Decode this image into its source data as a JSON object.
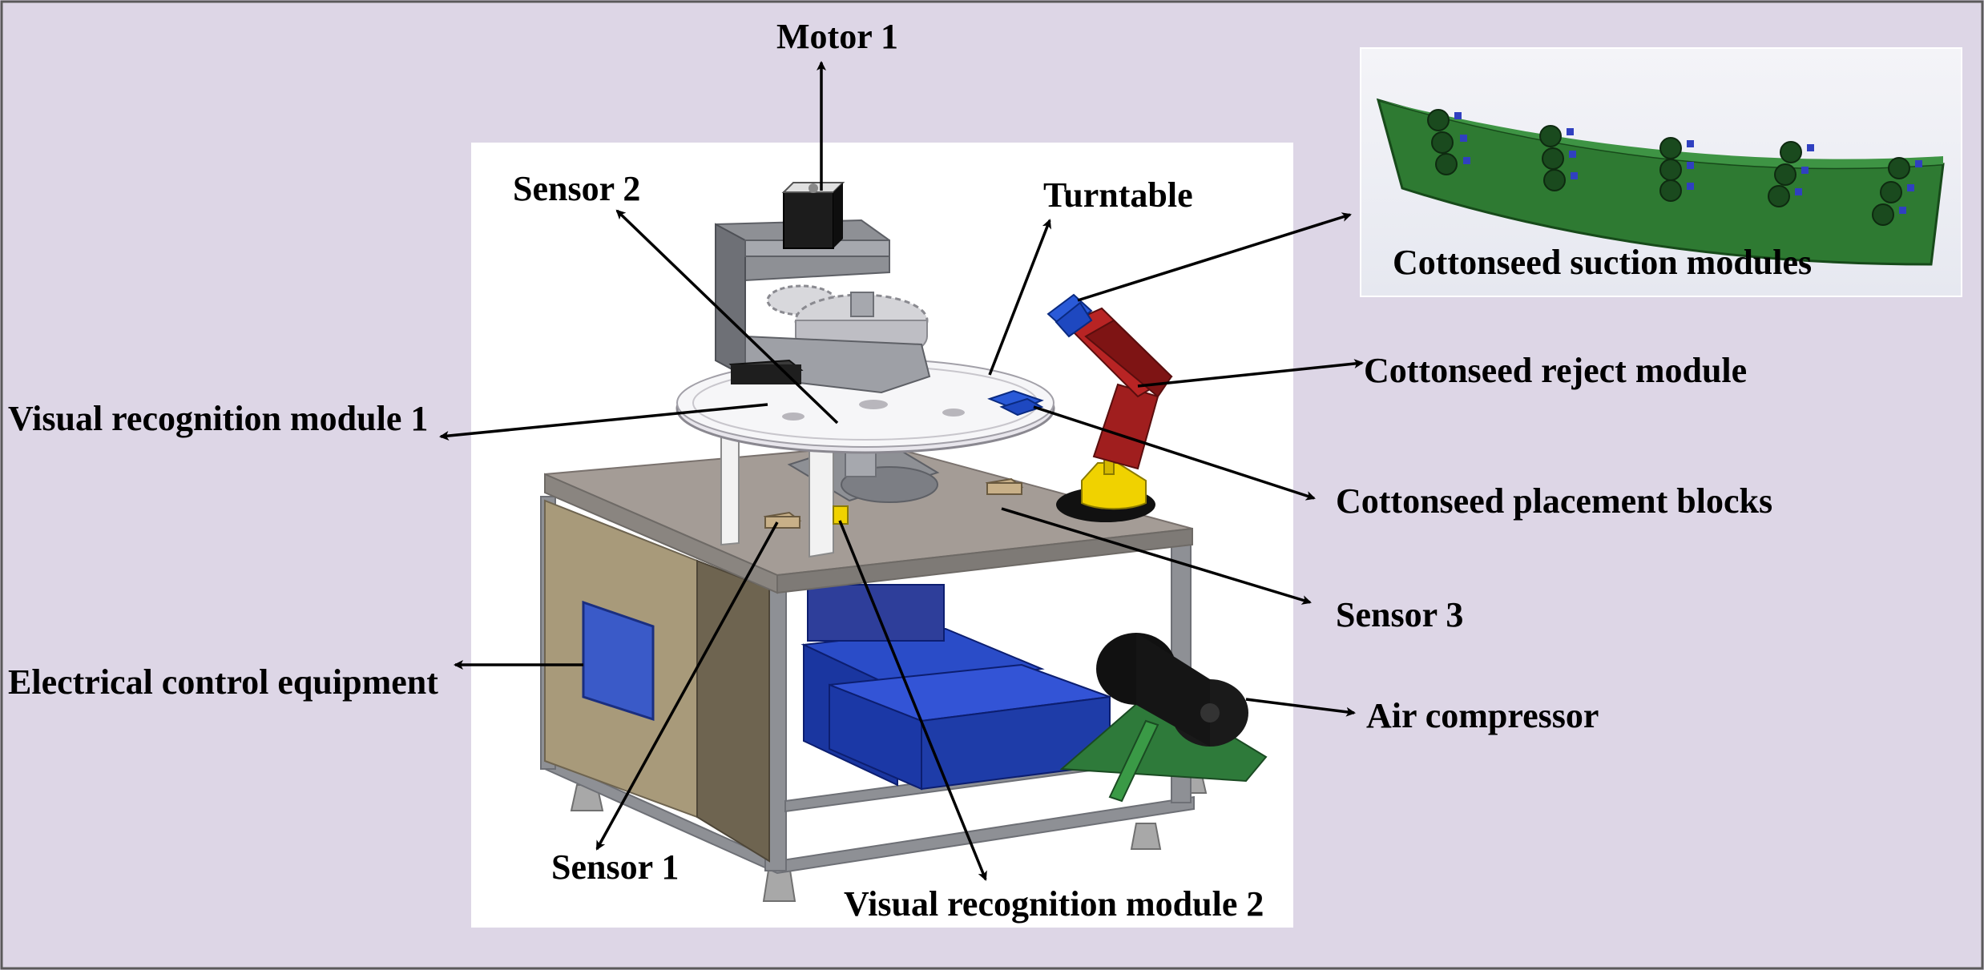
{
  "colors": {
    "background": "#DDD6E6",
    "border": "#5A5A5A",
    "photo_bg": "#FFFFFF",
    "table_top": "#A49C96",
    "frame": "#8E9095",
    "cabinet": "#A89A7A",
    "bin": "#1E3CA8",
    "reject_module": "#A01E1E",
    "suction_module": "#2E7A32",
    "placement_block": "#2A5AD8",
    "yellow_base": "#F0D200",
    "air_compressor": "#1A1A1A",
    "compressor_stand": "#2E7A3A"
  },
  "labels": {
    "motor_1": "Motor 1",
    "sensor_2": "Sensor 2",
    "turntable": "Turntable",
    "cottonseed_suction_modules": "Cottonseed suction modules",
    "cottonseed_reject_module": "Cottonseed reject module",
    "visual_recognition_module_1": "Visual recognition module 1",
    "cottonseed_placement_blocks": "Cottonseed placement blocks",
    "sensor_3": "Sensor 3",
    "electrical_control_equipment": "Electrical control equipment",
    "air_compressor": "Air compressor",
    "sensor_1": "Sensor 1",
    "visual_recognition_module_2": "Visual recognition module 2"
  }
}
